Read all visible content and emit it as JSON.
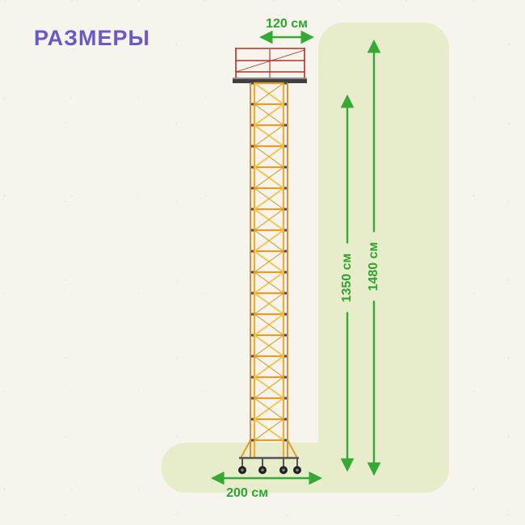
{
  "title": "РАЗМЕРЫ",
  "dimensions": {
    "top_width": "120 см",
    "platform_height": "1350 см",
    "total_height": "1480 см",
    "base_depth": "200 см"
  },
  "colors": {
    "background": "#f6f4ec",
    "panel_green": "#e7edca",
    "accent_green": "#35a835",
    "title_purple": "#6b5ac6",
    "tower_yellow": "#f3a93a",
    "tower_rail_dark": "#c77f1e",
    "tower_guard_red": "#a93226",
    "platform_gray": "#3f3f3f"
  }
}
